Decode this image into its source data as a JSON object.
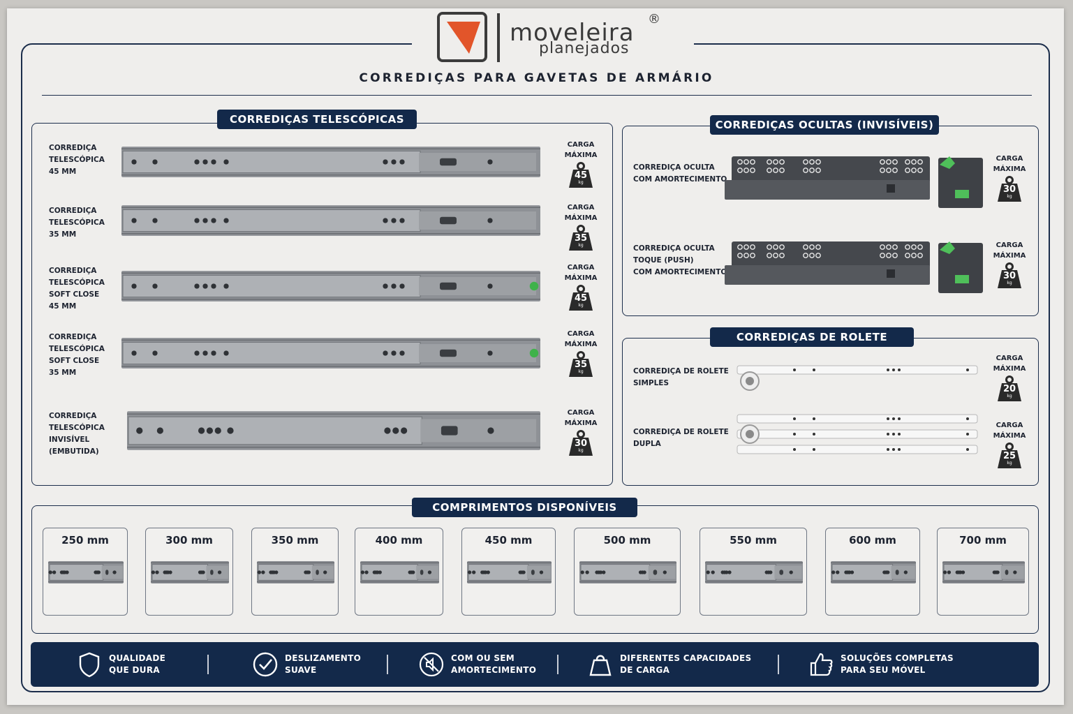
{
  "brand": {
    "name": "moveleira",
    "sub": "planejados",
    "reg": "®",
    "accent": "#e2552a"
  },
  "title": "CORREDIÇAS PARA GAVETAS DE ARMÁRIO",
  "telescopic": {
    "banner": "CORREDIÇAS TELESCÓPICAS",
    "load_label_1": "CARGA",
    "load_label_2": "MÁXIMA",
    "unit": "kg",
    "items": [
      {
        "l1": "CORREDIÇA",
        "l2": "TELESCÓPICA",
        "l3": "45 MM",
        "l4": "",
        "load": "45"
      },
      {
        "l1": "CORREDIÇA",
        "l2": "TELESCÓPICA",
        "l3": "35 MM",
        "l4": "",
        "load": "35"
      },
      {
        "l1": "CORREDIÇA",
        "l2": "TELESCÓPICA",
        "l3": "SOFT CLOSE",
        "l4": "45 MM",
        "load": "45"
      },
      {
        "l1": "CORREDIÇA",
        "l2": "TELESCÓPICA",
        "l3": "SOFT CLOSE",
        "l4": "35 MM",
        "load": "35"
      },
      {
        "l1": "CORREDIÇA",
        "l2": "TELESCÓPICA",
        "l3": "INVISÍVEL",
        "l4": "(EMBUTIDA)",
        "load": "30"
      }
    ]
  },
  "hidden": {
    "banner": "CORREDIÇAS OCULTAS (INVISÍVEIS)",
    "items": [
      {
        "l1": "CORREDIÇA OCULTA",
        "l2": "COM AMORTECIMENTO",
        "l3": "",
        "load": "30"
      },
      {
        "l1": "CORREDIÇA OCULTA",
        "l2": "TOQUE (PUSH)",
        "l3": "COM AMORTECIMENTO",
        "load": "30"
      }
    ]
  },
  "roller": {
    "banner": "CORREDIÇAS DE ROLETE",
    "items": [
      {
        "l1": "CORREDIÇA DE ROLETE",
        "l2": "SIMPLES",
        "load": "20"
      },
      {
        "l1": "CORREDIÇA DE ROLETE",
        "l2": "DUPLA",
        "load": "25"
      }
    ]
  },
  "lengths": {
    "banner": "COMPRIMENTOS  DISPONÍVEIS",
    "items": [
      "250 mm",
      "300 mm",
      "350 mm",
      "400 mm",
      "450 mm",
      "500 mm",
      "550 mm",
      "600 mm",
      "700 mm"
    ]
  },
  "features": [
    {
      "icon": "shield-icon",
      "l1": "QUALIDADE",
      "l2": "QUE DURA"
    },
    {
      "icon": "check-circle-icon",
      "l1": "DESLIZAMENTO",
      "l2": "SUAVE"
    },
    {
      "icon": "mute-icon",
      "l1": "COM OU SEM",
      "l2": "AMORTECIMENTO"
    },
    {
      "icon": "weight-icon",
      "l1": "DIFERENTES CAPACIDADES",
      "l2": "DE CARGA"
    },
    {
      "icon": "thumbs-up-icon",
      "l1": "SOLUÇÕES COMPLETAS",
      "l2": "PARA SEU MÓVEL"
    }
  ]
}
